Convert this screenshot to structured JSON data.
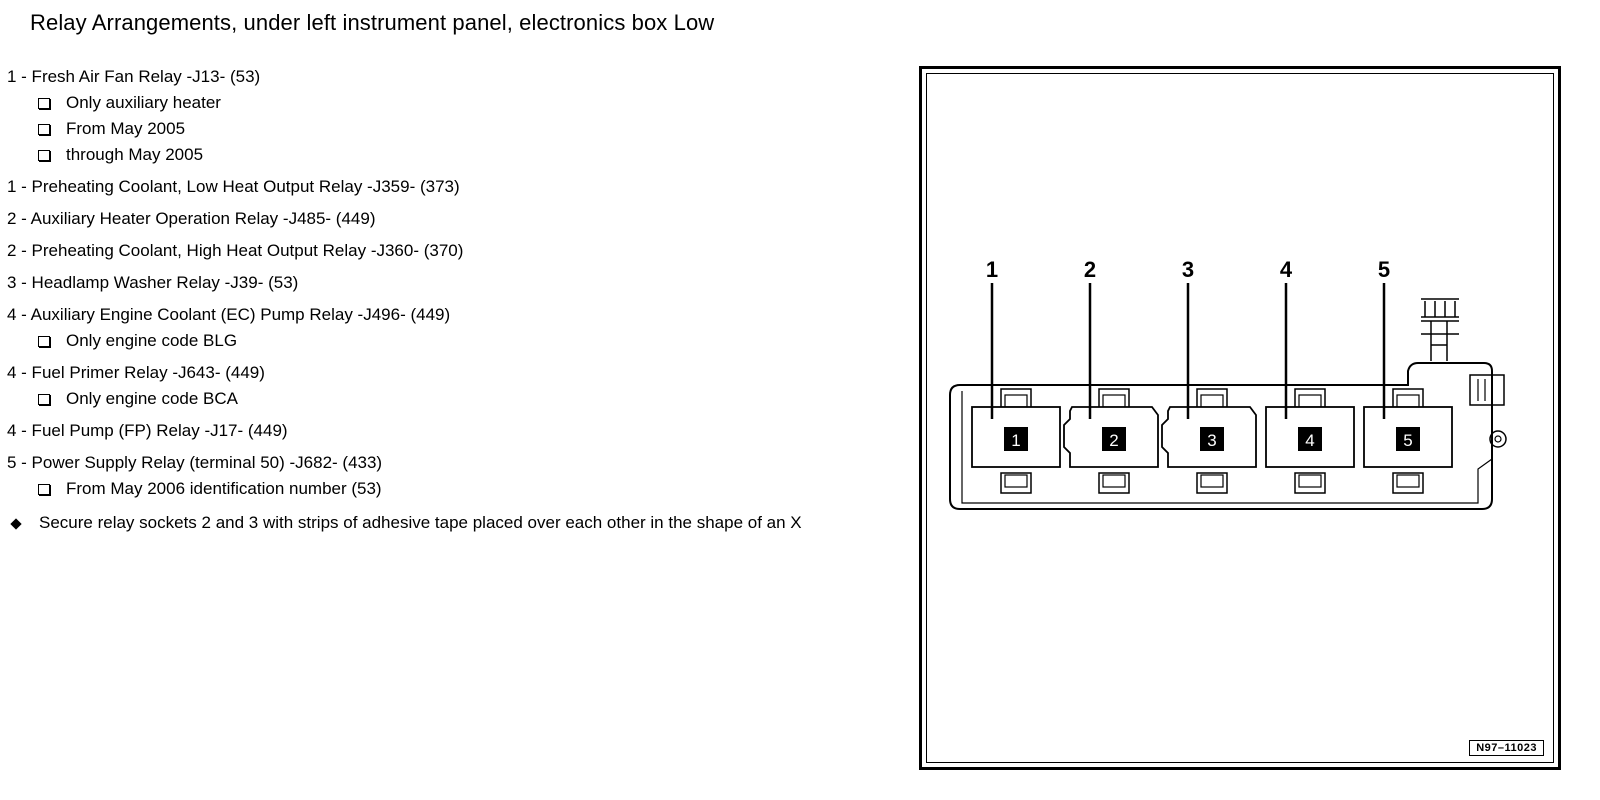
{
  "title": "Relay Arrangements, under left instrument panel, electronics box Low",
  "items": [
    {
      "text": "1 - Fresh Air Fan Relay -J13- (53)",
      "notes": [
        "Only auxiliary heater",
        "From May 2005",
        "through May 2005"
      ]
    },
    {
      "text": "1 - Preheating Coolant, Low Heat Output Relay -J359- (373)",
      "notes": []
    },
    {
      "text": "2 - Auxiliary Heater Operation Relay -J485- (449)",
      "notes": []
    },
    {
      "text": "2 - Preheating Coolant, High Heat Output Relay -J360- (370)",
      "notes": []
    },
    {
      "text": "3 - Headlamp Washer Relay -J39- (53)",
      "notes": []
    },
    {
      "text": "4 - Auxiliary Engine Coolant (EC) Pump Relay -J496- (449)",
      "notes": [
        "Only engine code BLG"
      ]
    },
    {
      "text": "4 - Fuel Primer Relay -J643- (449)",
      "notes": [
        "Only engine code BCA"
      ]
    },
    {
      "text": "4 - Fuel Pump (FP) Relay -J17- (449)",
      "notes": []
    },
    {
      "text": "5 - Power Supply Relay (terminal 50) -J682- (433)",
      "notes": [
        "From May 2006 identification number (53)"
      ]
    }
  ],
  "note": "Secure relay sockets 2 and 3 with strips of adhesive tape placed over each other in the shape of an X",
  "figure": {
    "callouts": [
      "1",
      "2",
      "3",
      "4",
      "5"
    ],
    "sockets": [
      "1",
      "2",
      "3",
      "4",
      "5"
    ],
    "figure_id": "N97–11023"
  }
}
